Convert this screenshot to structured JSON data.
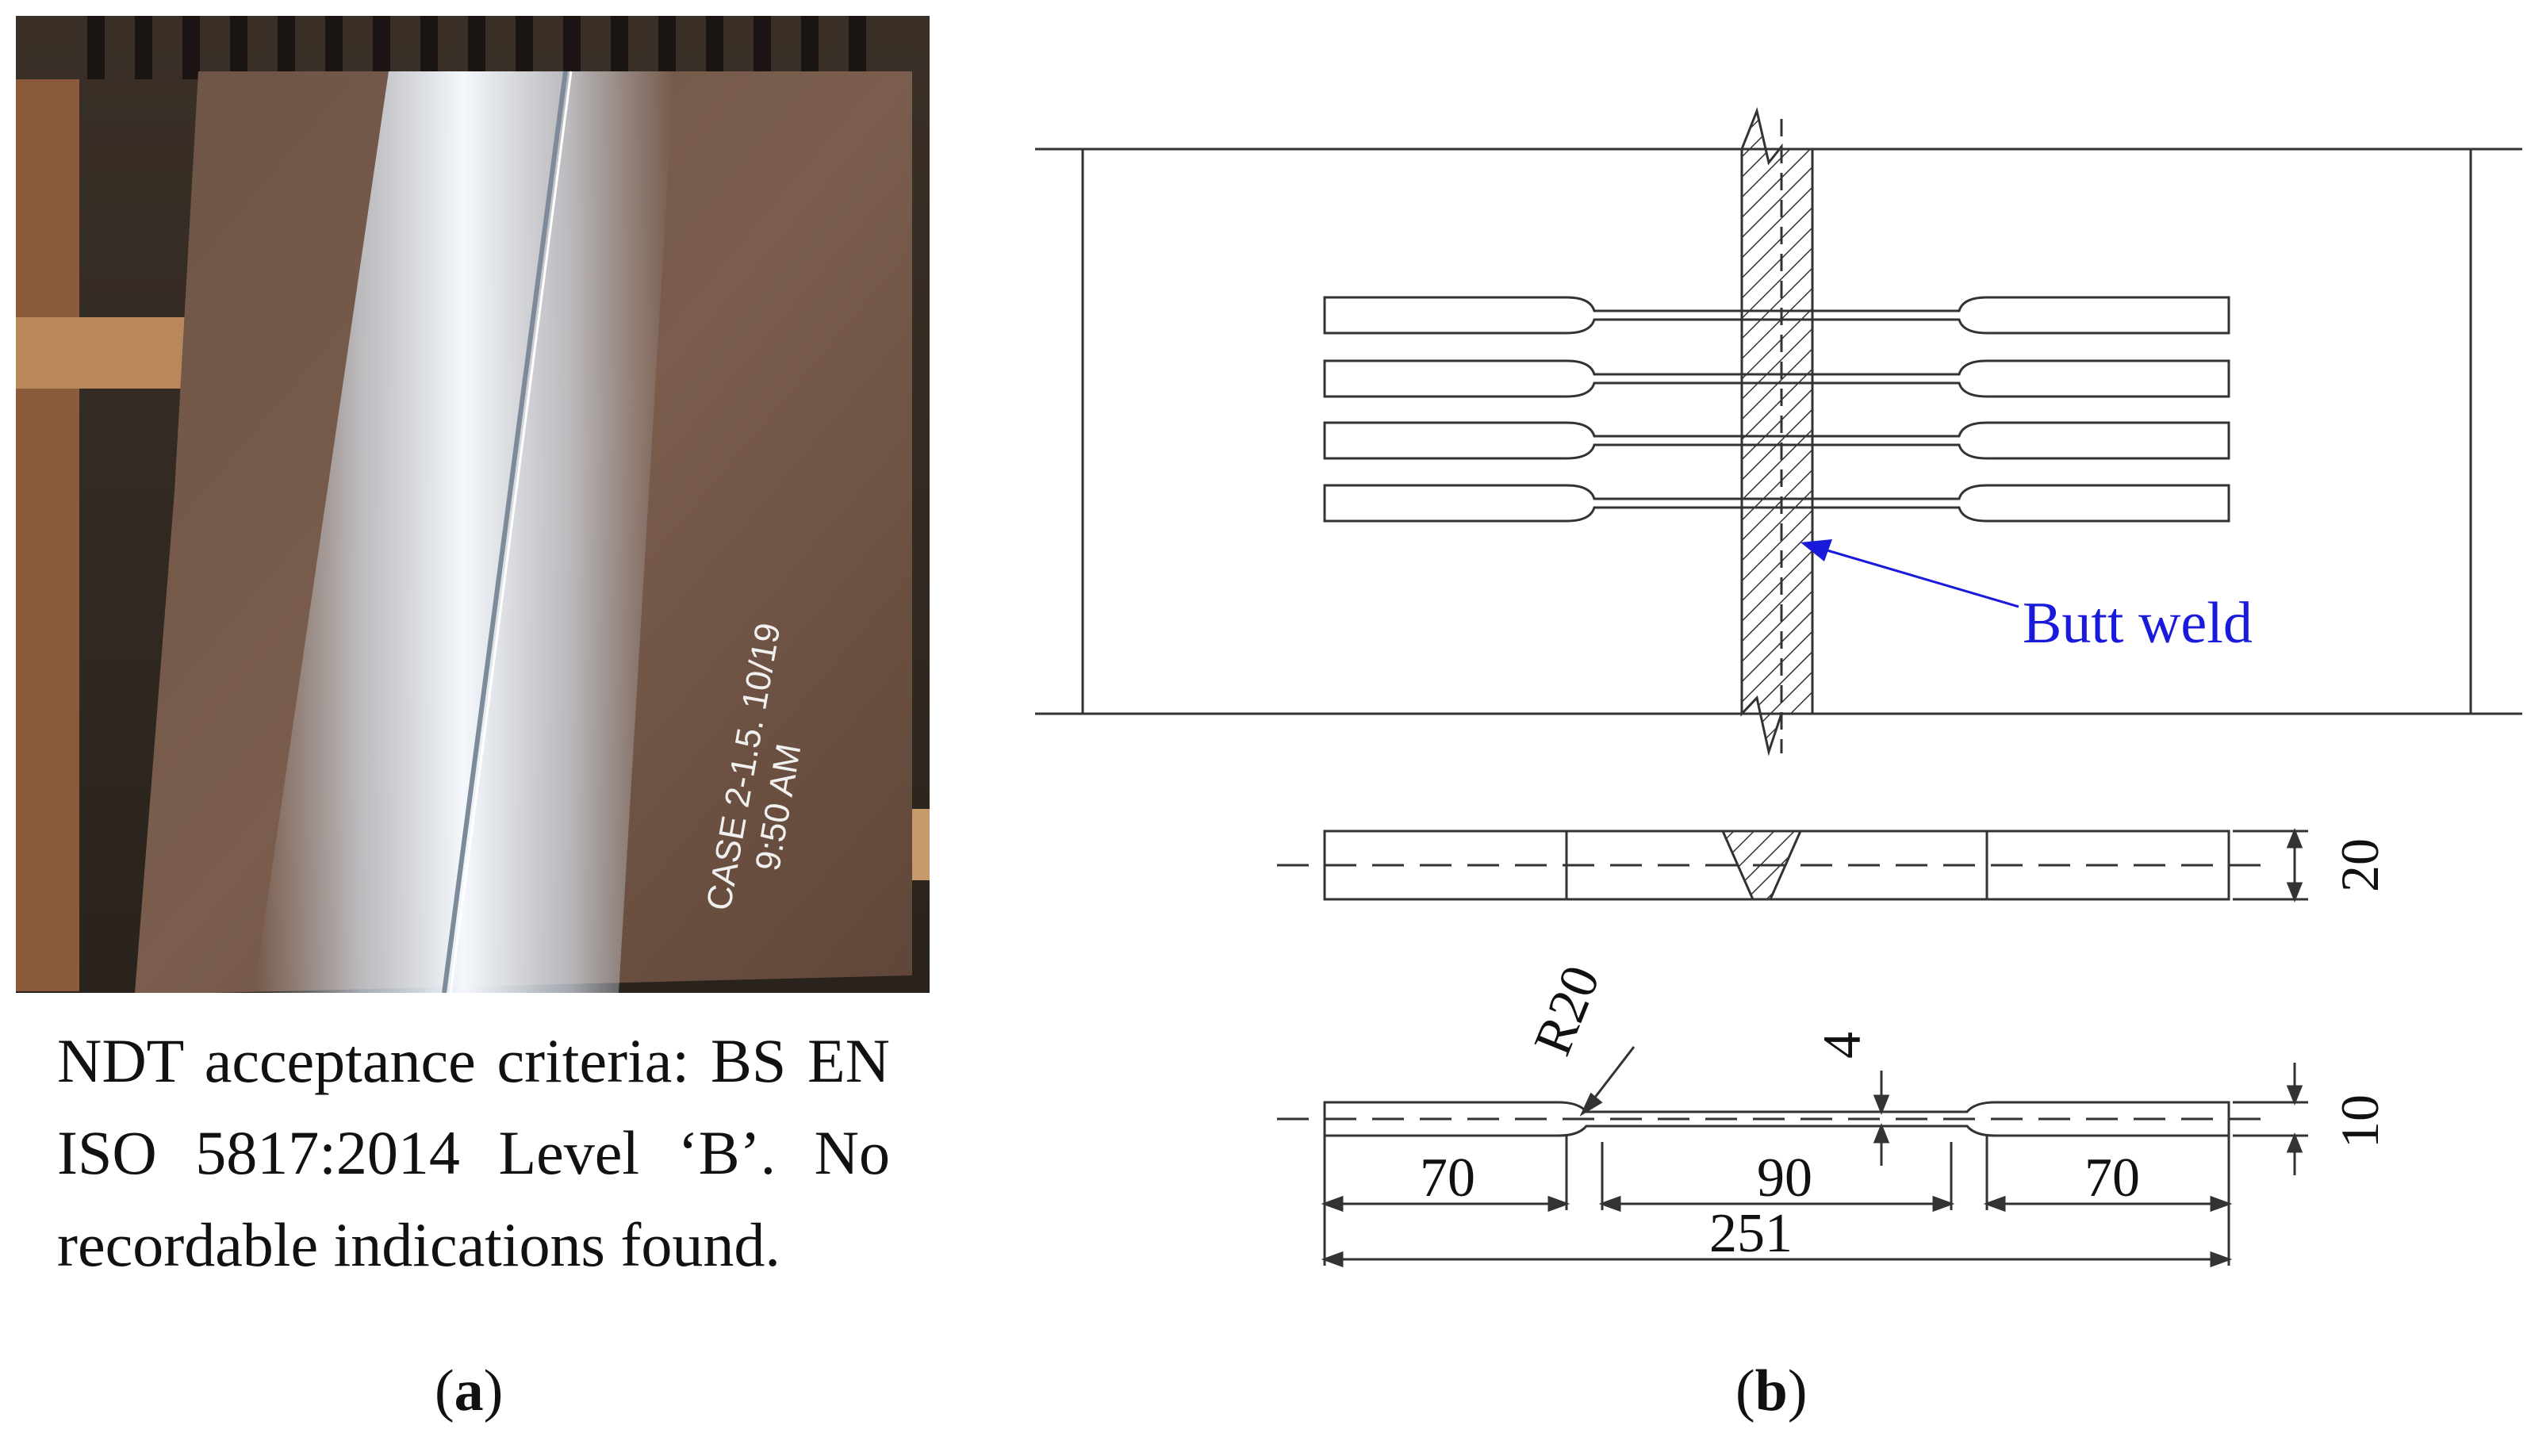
{
  "panel_a": {
    "photo_marking": {
      "line1": "CASE 2-1.5. 10/19",
      "line2": "9:50 AM"
    },
    "caption": "NDT acceptance criteria: BS EN ISO 5817:2014 Level ‘B’. No recordable indications found.",
    "label_open": "(",
    "label_letter": "a",
    "label_close": ")"
  },
  "panel_b": {
    "weld_callout": "Butt weld",
    "thickness_dim": "20",
    "radius_dim": "R20",
    "reduced_thickness_dim": "4",
    "specimen_thickness_dim": "10",
    "grip_length_left": "70",
    "gauge_length": "90",
    "grip_length_right": "70",
    "total_length": "251",
    "label_open": "(",
    "label_letter": "b",
    "label_close": ")",
    "colors": {
      "callout": "#1a1adb",
      "lines": "#333333"
    }
  }
}
